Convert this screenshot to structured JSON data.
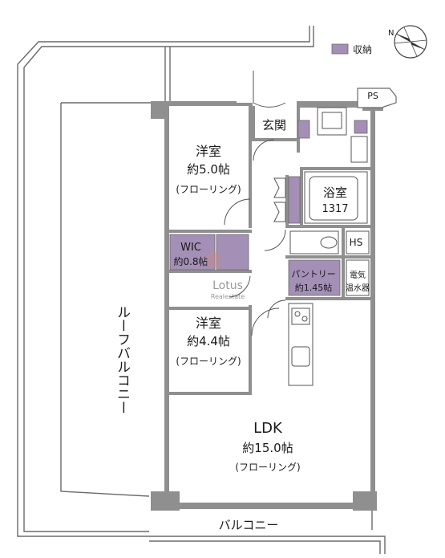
{
  "legend": {
    "label": "収納",
    "swatch_color": "#a48fb6"
  },
  "compass": {
    "north_label": "N"
  },
  "rooms": {
    "roof_balcony": "ルーフバルコニー",
    "balcony": "バルコニー",
    "entrance": "玄関",
    "western1": {
      "name": "洋室",
      "size": "約5.0帖",
      "floor": "(フローリング)"
    },
    "bath": {
      "name": "浴室",
      "size": "1317"
    },
    "wic": {
      "name": "WIC",
      "size": "約0.8帖"
    },
    "pantry": {
      "name": "パントリー",
      "size": "約1.45帖"
    },
    "hs": "HS",
    "water_heater": {
      "line1": "電気",
      "line2": "温水器"
    },
    "western2": {
      "name": "洋室",
      "size": "約4.4帖",
      "floor": "(フローリング)"
    },
    "ldk": {
      "name": "LDK",
      "size": "約15.0帖",
      "floor": "(フローリング)"
    },
    "ps": "PS"
  },
  "watermark": {
    "line1": "Lotus",
    "line2": "Realestate"
  }
}
